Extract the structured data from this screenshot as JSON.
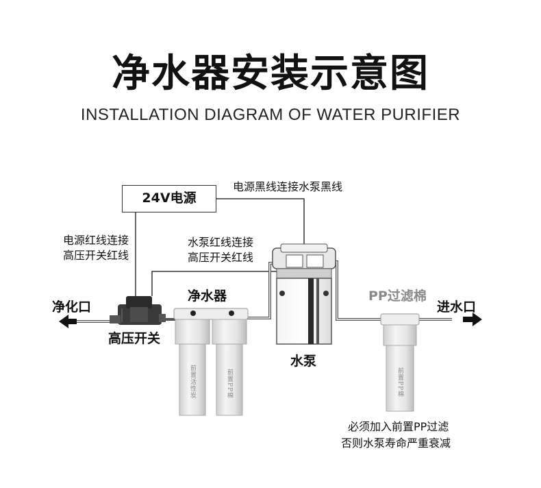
{
  "title": "净水器安装示意图",
  "subtitle": "INSTALLATION DIAGRAM OF WATER PURIFIER",
  "power_supply": "24V电源",
  "labels": {
    "black_wire": "电源黑线连接水泵黑线",
    "red_wire_power_line1": "电源红线连接",
    "red_wire_power_line2": "高压开关红线",
    "red_wire_pump_line1": "水泵红线连接",
    "red_wire_pump_line2": "高压开关红线",
    "outlet": "净化口",
    "high_pressure_switch": "高压开关",
    "purifier": "净水器",
    "pump": "水泵",
    "pp_filter": "PP过滤棉",
    "inlet": "进水口",
    "note_line1": "必须加入前置PP过滤",
    "note_line2": "否则水泵寿命严重衰减"
  },
  "filter_text": {
    "filter1": "前置活性炭",
    "filter2": "前置PP棉",
    "filter3": "前置PP棉"
  },
  "colors": {
    "line": "#333333",
    "filter_body": "#e4e4e4",
    "gray_label": "#8a8a8a"
  }
}
